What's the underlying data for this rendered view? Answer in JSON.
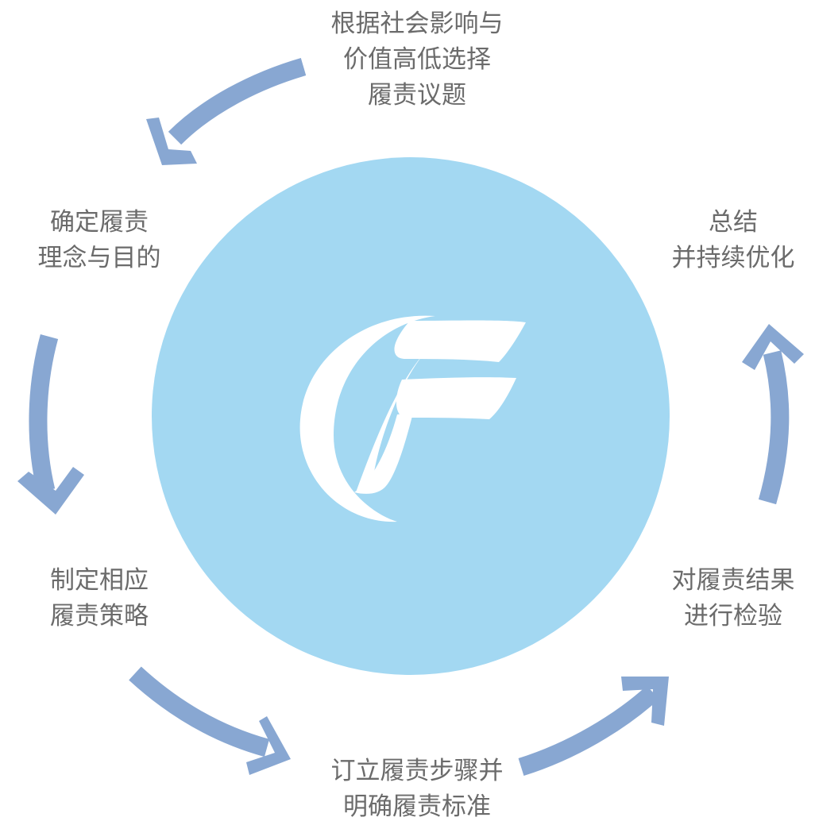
{
  "colors": {
    "circle": "#a3d8f2",
    "arrow": "#88a7d2",
    "logo": "#ffffff",
    "text": "#6b6b6b"
  },
  "center_logo": {
    "icon": "stylized-letter-f-logo-icon"
  },
  "steps": [
    {
      "lines": [
        "根据社会影响与",
        "价值高低选择",
        "履责议题"
      ]
    },
    {
      "lines": [
        "确定履责",
        "理念与目的"
      ]
    },
    {
      "lines": [
        "制定相应",
        "履责策略"
      ]
    },
    {
      "lines": [
        "订立履责步骤并",
        "明确履责标准"
      ]
    },
    {
      "lines": [
        "对履责结果",
        "进行检验"
      ]
    },
    {
      "lines": [
        "总结",
        "并持续优化"
      ]
    }
  ],
  "arrows": [
    {
      "from": 1,
      "to": 2,
      "icon": "curved-arrow-icon"
    },
    {
      "from": 2,
      "to": 3,
      "icon": "curved-arrow-icon"
    },
    {
      "from": 3,
      "to": 4,
      "icon": "curved-arrow-icon"
    },
    {
      "from": 4,
      "to": 5,
      "icon": "curved-arrow-icon"
    },
    {
      "from": 5,
      "to": 6,
      "icon": "curved-arrow-icon"
    }
  ]
}
